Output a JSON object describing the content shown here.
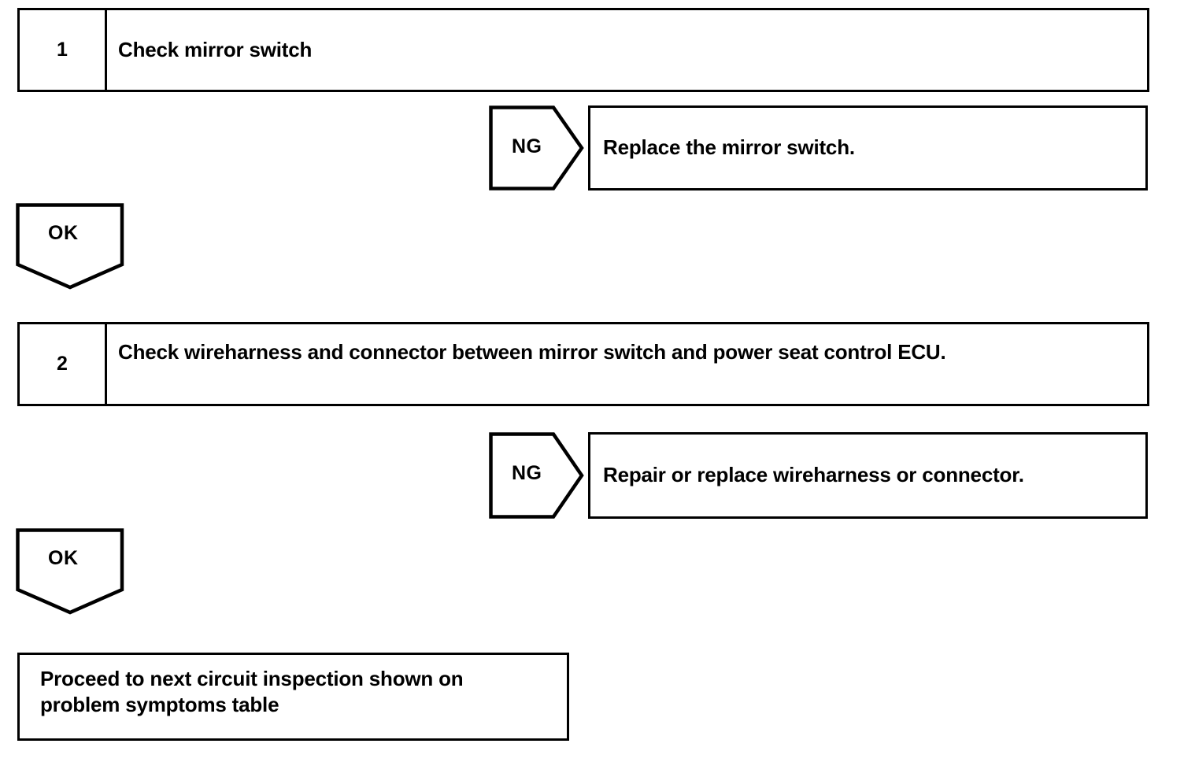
{
  "document": {
    "type": "troubleshooting-flowchart",
    "background_color": "#ffffff",
    "line_color": "#000000"
  },
  "steps": [
    {
      "number": "1",
      "text": "Check mirror switch"
    },
    {
      "number": "2",
      "text": "Check wireharness and connector between mirror switch and power seat control ECU."
    }
  ],
  "branches": [
    {
      "tag": "NG",
      "result": "Replace the mirror switch."
    },
    {
      "tag": "OK",
      "result": ""
    },
    {
      "tag": "NG",
      "result": "Repair or replace wireharness or connector."
    },
    {
      "tag": "OK",
      "result": ""
    }
  ],
  "tags": {
    "ng_1": "NG",
    "ok_1": "OK",
    "ng_2": "NG",
    "ok_2": "OK"
  },
  "results": {
    "ng_1": "Replace the mirror switch.",
    "ng_2": "Repair or replace wireharness or connector."
  },
  "final": {
    "line_1": "Proceed to next circuit inspection shown on",
    "line_2": "problem symptoms table"
  }
}
